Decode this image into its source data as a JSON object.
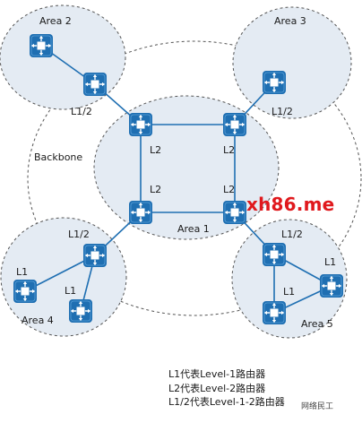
{
  "areas": {
    "area2": "Area 2",
    "area3": "Area 3",
    "area1": "Area 1",
    "area4": "Area 4",
    "area5": "Area 5",
    "backbone": "Backbone"
  },
  "router_labels": {
    "l12_area2": "L1/2",
    "l12_area3": "L1/2",
    "l2_core_tl": "L2",
    "l2_core_tr": "L2",
    "l2_core_bl": "L2",
    "l2_core_br": "L2",
    "l12_area4": "L1/2",
    "l12_area5": "L1/2",
    "l1_area4_left": "L1",
    "l1_area4_right": "L1",
    "l1_area5_right": "L1",
    "l1_area5_left": "L1"
  },
  "legend": {
    "line1": "L1代表Level-1路由器",
    "line2": "L2代表Level-2路由器",
    "line3": "L1/2代表Level-1-2路由器"
  },
  "watermark": {
    "site": "xh86.me",
    "brand": "网络民工"
  },
  "colors": {
    "router_blue": "#1f6fb2",
    "area_fill": "#e4ebf3",
    "link": "#1f6fb2",
    "outline": "#555555"
  }
}
